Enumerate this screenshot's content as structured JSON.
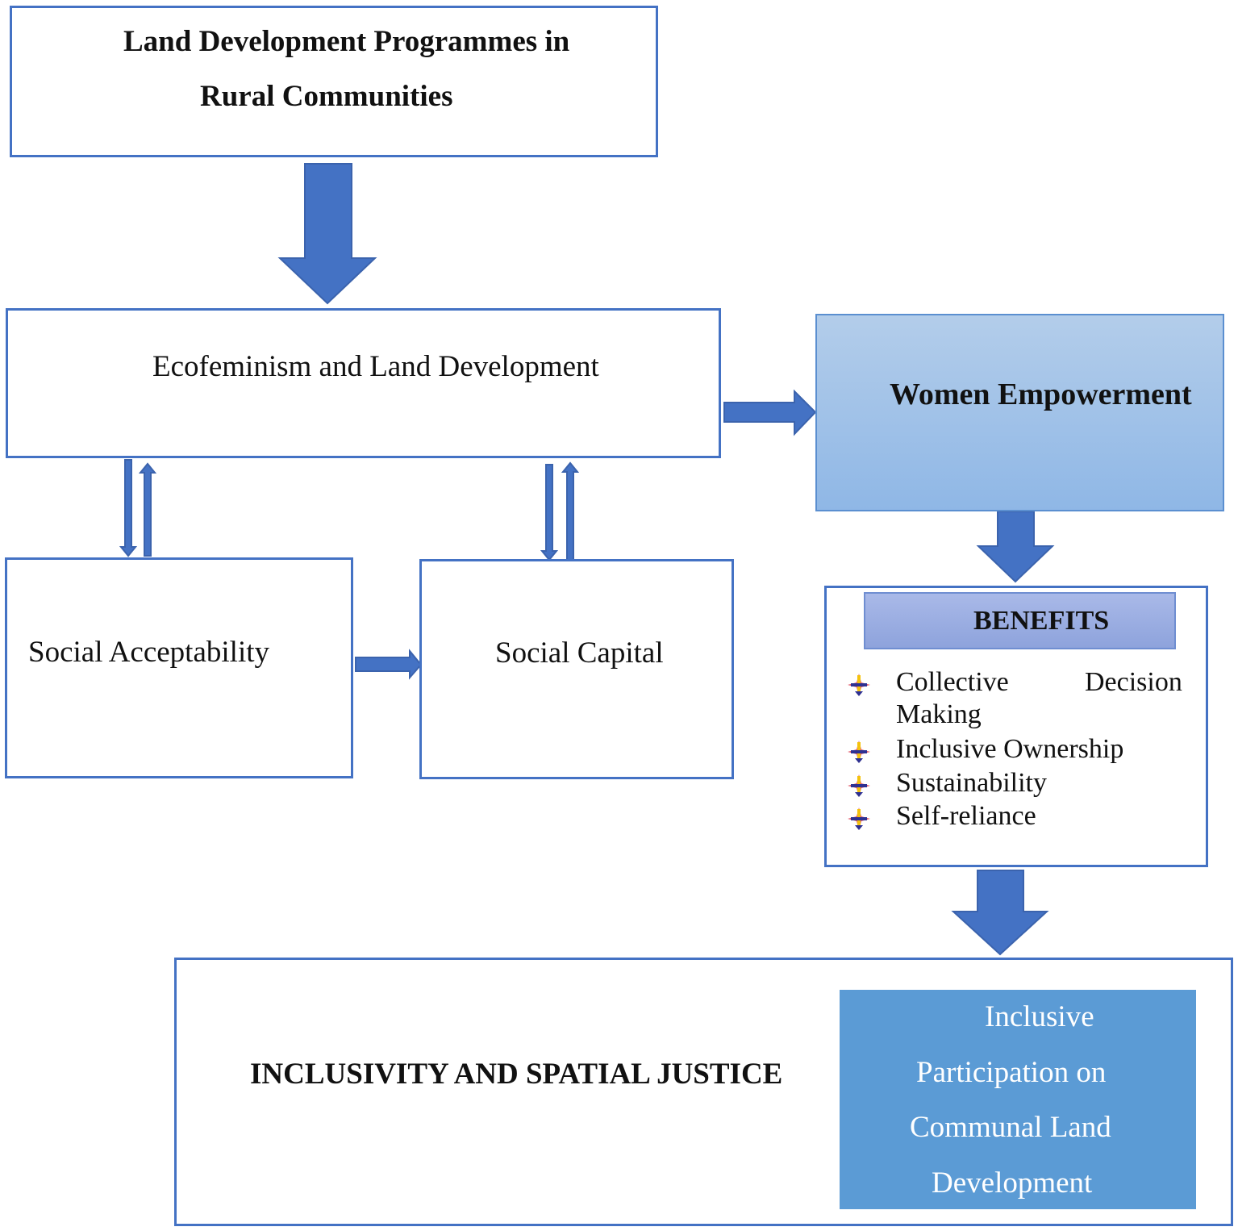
{
  "nodes": {
    "land_development": {
      "line1": "Land Development Programmes in",
      "line2": "Rural Communities"
    },
    "ecofeminism": {
      "label": "Ecofeminism and Land Development"
    },
    "women_empowerment": {
      "label": "Women Empowerment"
    },
    "social_acceptability": {
      "label": "Social Acceptability"
    },
    "social_capital": {
      "label": "Social Capital"
    },
    "benefits": {
      "header": "BENEFITS",
      "items": [
        {
          "line1": "Collective",
          "line1b": "Decision",
          "line2": "Making"
        },
        {
          "line1": "Inclusive Ownership"
        },
        {
          "line1": "Sustainability"
        },
        {
          "line1": "Self-reliance"
        }
      ]
    },
    "inclusivity": {
      "label": "INCLUSIVITY AND SPATIAL JUSTICE",
      "panel_lines": [
        "Inclusive",
        "Participation on",
        "Communal Land",
        "Development"
      ]
    }
  },
  "colors": {
    "border": "#4472c4",
    "arrow": "#4472c4",
    "panel": "#5b9bd5",
    "women_fill": "#9dc0e8",
    "benefits_header": "#99acdf"
  },
  "icons": {
    "bullet": "four-point-star-bullet-icon"
  }
}
